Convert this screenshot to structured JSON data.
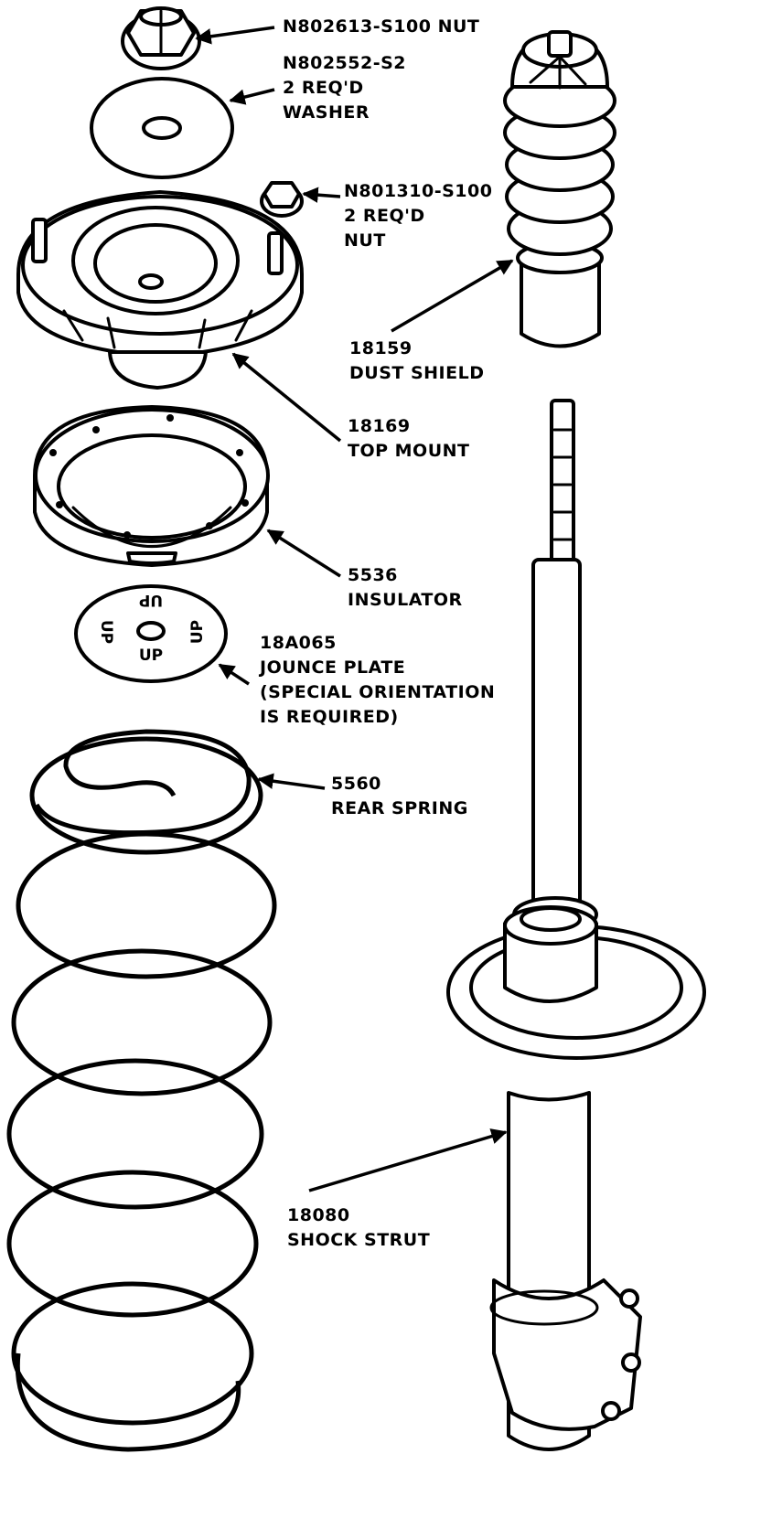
{
  "callouts": {
    "nut_top": {
      "lines": [
        "N802613-S100 NUT"
      ]
    },
    "washer": {
      "lines": [
        "N802552-S2",
        "2 REQ'D",
        "WASHER"
      ]
    },
    "nut_small": {
      "lines": [
        "N801310-S100",
        "2 REQ'D",
        "NUT"
      ]
    },
    "dust_shield": {
      "lines": [
        "18159",
        "DUST SHIELD"
      ]
    },
    "top_mount": {
      "lines": [
        "18169",
        "TOP MOUNT"
      ]
    },
    "insulator": {
      "lines": [
        "5536",
        "INSULATOR"
      ]
    },
    "jounce_plate": {
      "lines": [
        "18A065",
        "JOUNCE PLATE",
        "(SPECIAL ORIENTATION",
        "IS REQUIRED)"
      ]
    },
    "rear_spring": {
      "lines": [
        "5560",
        "REAR SPRING"
      ]
    },
    "shock_strut": {
      "lines": [
        "18080",
        "SHOCK STRUT"
      ]
    }
  },
  "jounce_plate_markings": [
    "UP",
    "UP",
    "UP",
    "UP"
  ]
}
